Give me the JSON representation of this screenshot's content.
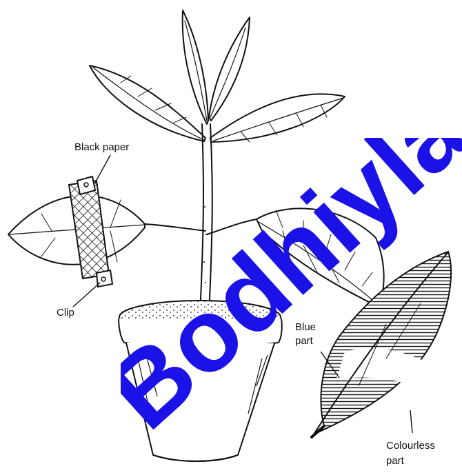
{
  "labels": {
    "black_paper": "Black paper",
    "clip": "Clip",
    "blue_part_line1": "Blue",
    "blue_part_line2": "part",
    "colourless_part_line1": "Colourless",
    "colourless_part_line2": "part"
  },
  "watermark": {
    "text": "Bodhiyla",
    "color": "#1a12e6"
  },
  "colors": {
    "ink": "#111111",
    "background": "#ffffff",
    "watermark": "#1a12e6"
  }
}
